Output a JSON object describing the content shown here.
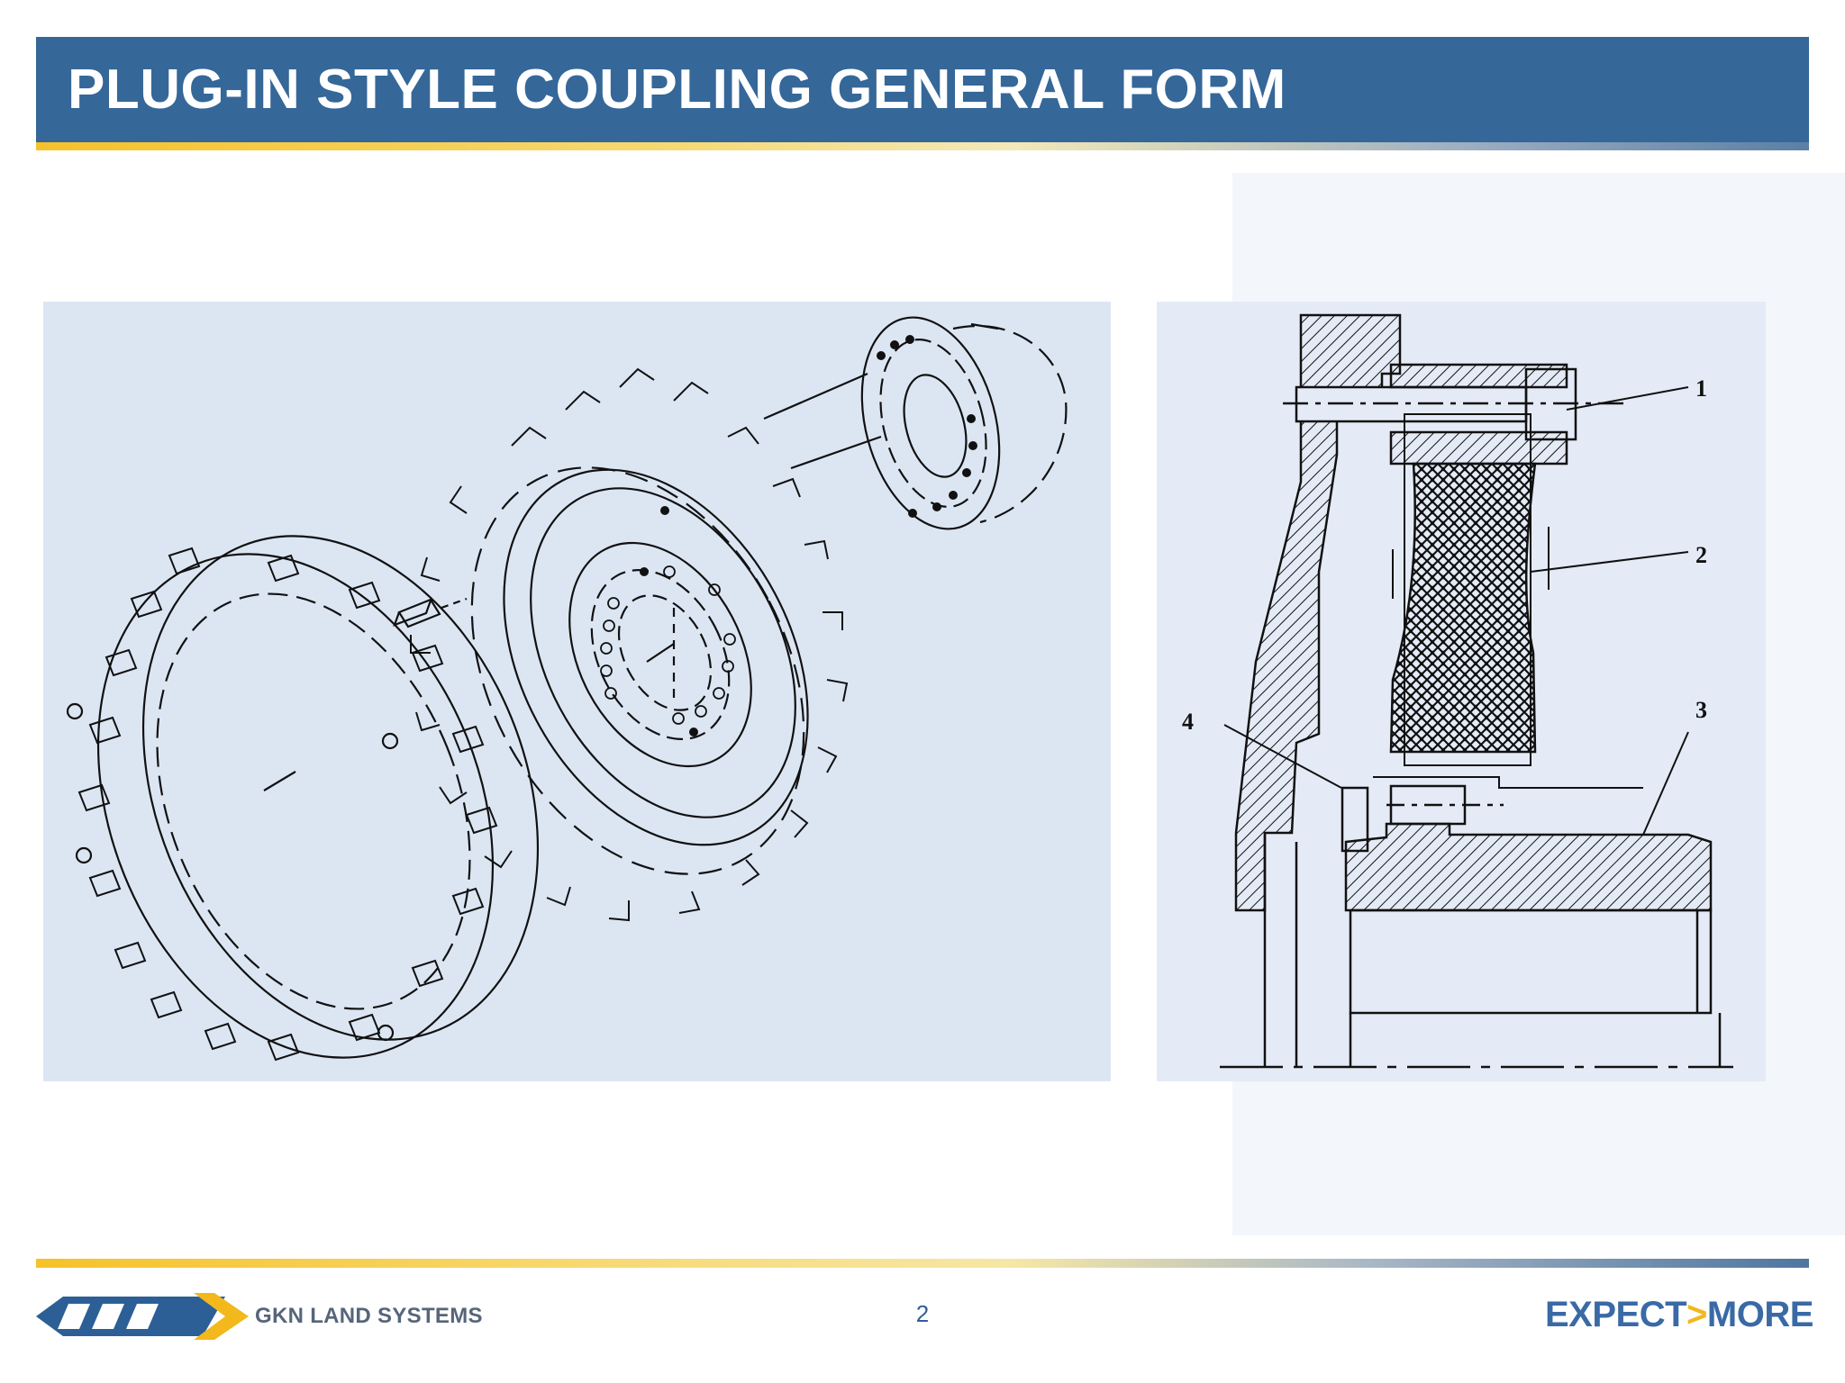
{
  "slide": {
    "title": "PLUG-IN STYLE COUPLING GENERAL FORM",
    "page_number": "2"
  },
  "footer": {
    "company": "GKN LAND SYSTEMS",
    "tagline_left": "EXPECT",
    "tagline_arrow": ">",
    "tagline_right": "MORE"
  },
  "section_drawing": {
    "callouts": [
      "1",
      "2",
      "3",
      "4"
    ]
  },
  "colors": {
    "title_bar": "#356799",
    "accent_yellow": "#f5c22a",
    "figure_bg": "#dce6f3",
    "brand_blue": "#3a6aa6"
  }
}
